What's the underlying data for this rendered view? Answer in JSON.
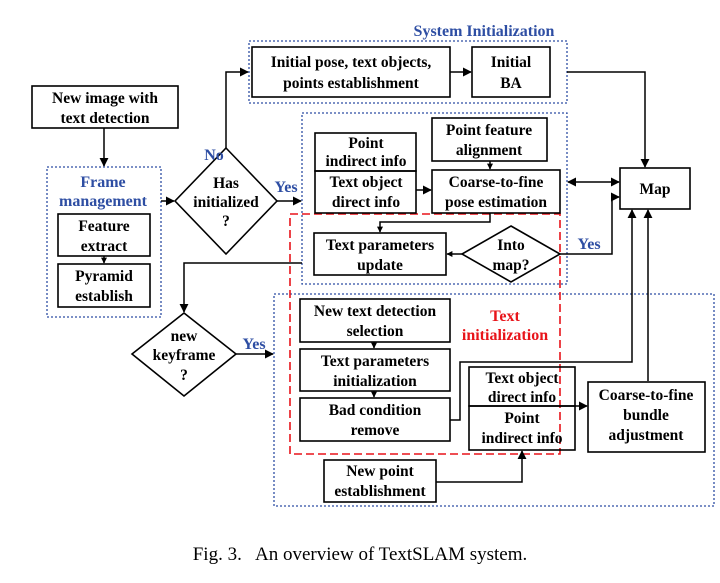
{
  "diagram": {
    "groups": {
      "system_init": "System Initialization",
      "frame_mgmt": [
        "Frame",
        "management"
      ],
      "text_init": [
        "Text",
        "initialization"
      ]
    },
    "nodes": {
      "new_image": [
        "New image with",
        "text detection"
      ],
      "feature_extract": [
        "Feature",
        "extract"
      ],
      "pyramid": [
        "Pyramid",
        "establish"
      ],
      "initial_pose": [
        "Initial pose, text objects,",
        "points establishment"
      ],
      "initial_ba": [
        "Initial",
        "BA"
      ],
      "point_indirect_top": [
        "Point",
        "indirect info"
      ],
      "point_feature_align": [
        "Point feature",
        "alignment"
      ],
      "text_direct_top": [
        "Text object",
        "direct info"
      ],
      "coarse_pose": [
        "Coarse-to-fine",
        "pose estimation"
      ],
      "text_param_update": [
        "Text parameters",
        "update"
      ],
      "map": "Map",
      "new_text_sel": [
        "New text detection",
        "selection"
      ],
      "text_param_init": [
        "Text parameters",
        "initialization"
      ],
      "bad_cond": [
        "Bad condition",
        "remove"
      ],
      "text_direct_bottom": [
        "Text object",
        "direct info"
      ],
      "point_indirect_bottom": [
        "Point",
        "indirect info"
      ],
      "coarse_ba": [
        "Coarse-to-fine",
        "bundle",
        "adjustment"
      ],
      "new_point": [
        "New point",
        "establishment"
      ]
    },
    "decisions": {
      "has_init": [
        "Has",
        "initialized",
        "?"
      ],
      "into_map": [
        "Into",
        "map?"
      ],
      "new_keyframe": [
        "new",
        "keyframe",
        "?"
      ]
    },
    "edge_labels": {
      "no": "No",
      "yes_init": "Yes",
      "yes_map": "Yes",
      "yes_kf": "Yes"
    },
    "caption": "Fig. 3.   An overview of TextSLAM system."
  }
}
